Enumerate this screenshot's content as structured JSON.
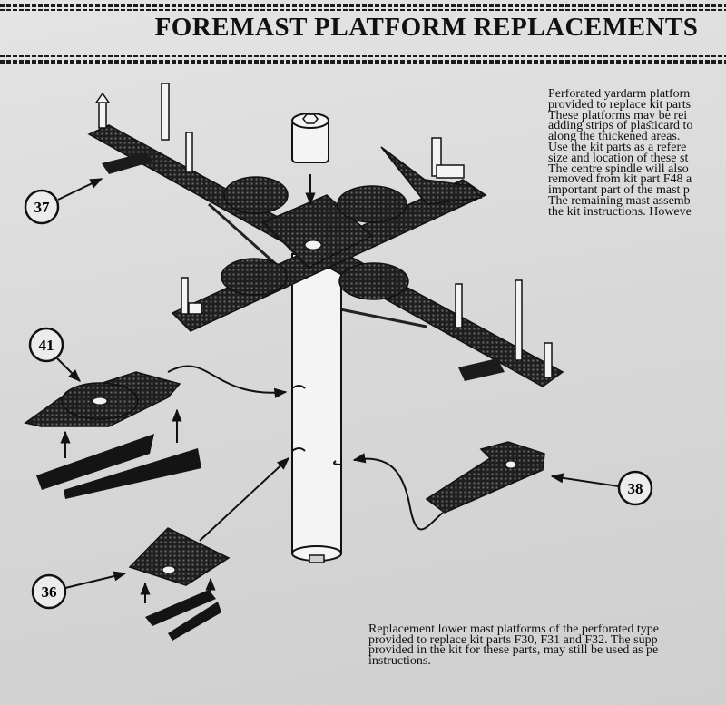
{
  "header": {
    "title": "FOREMAST PLATFORM REPLACEMENTS"
  },
  "description": {
    "lines": [
      "Perforated yardarm platforn",
      "provided to replace kit parts",
      "These platforms may be rei",
      "adding strips of plasticard to",
      "along the thickened areas.",
      "Use the kit parts as  a refere",
      "size and location of these st",
      "The centre spindle will also",
      "removed from kit part F48 a",
      "important part of the mast p",
      "The remaining mast assemb",
      "the kit instructions. Howeve"
    ]
  },
  "footer_note": {
    "lines": [
      "Replacement lower mast platforms of the perforated type",
      "provided to replace kit parts F30, F31 and F32.  The supp",
      "provided in the kit for these parts, may still be used as pe",
      "instructions."
    ]
  },
  "callouts": {
    "part_37": "37",
    "part_41": "41",
    "part_38": "38",
    "part_36": "36"
  }
}
